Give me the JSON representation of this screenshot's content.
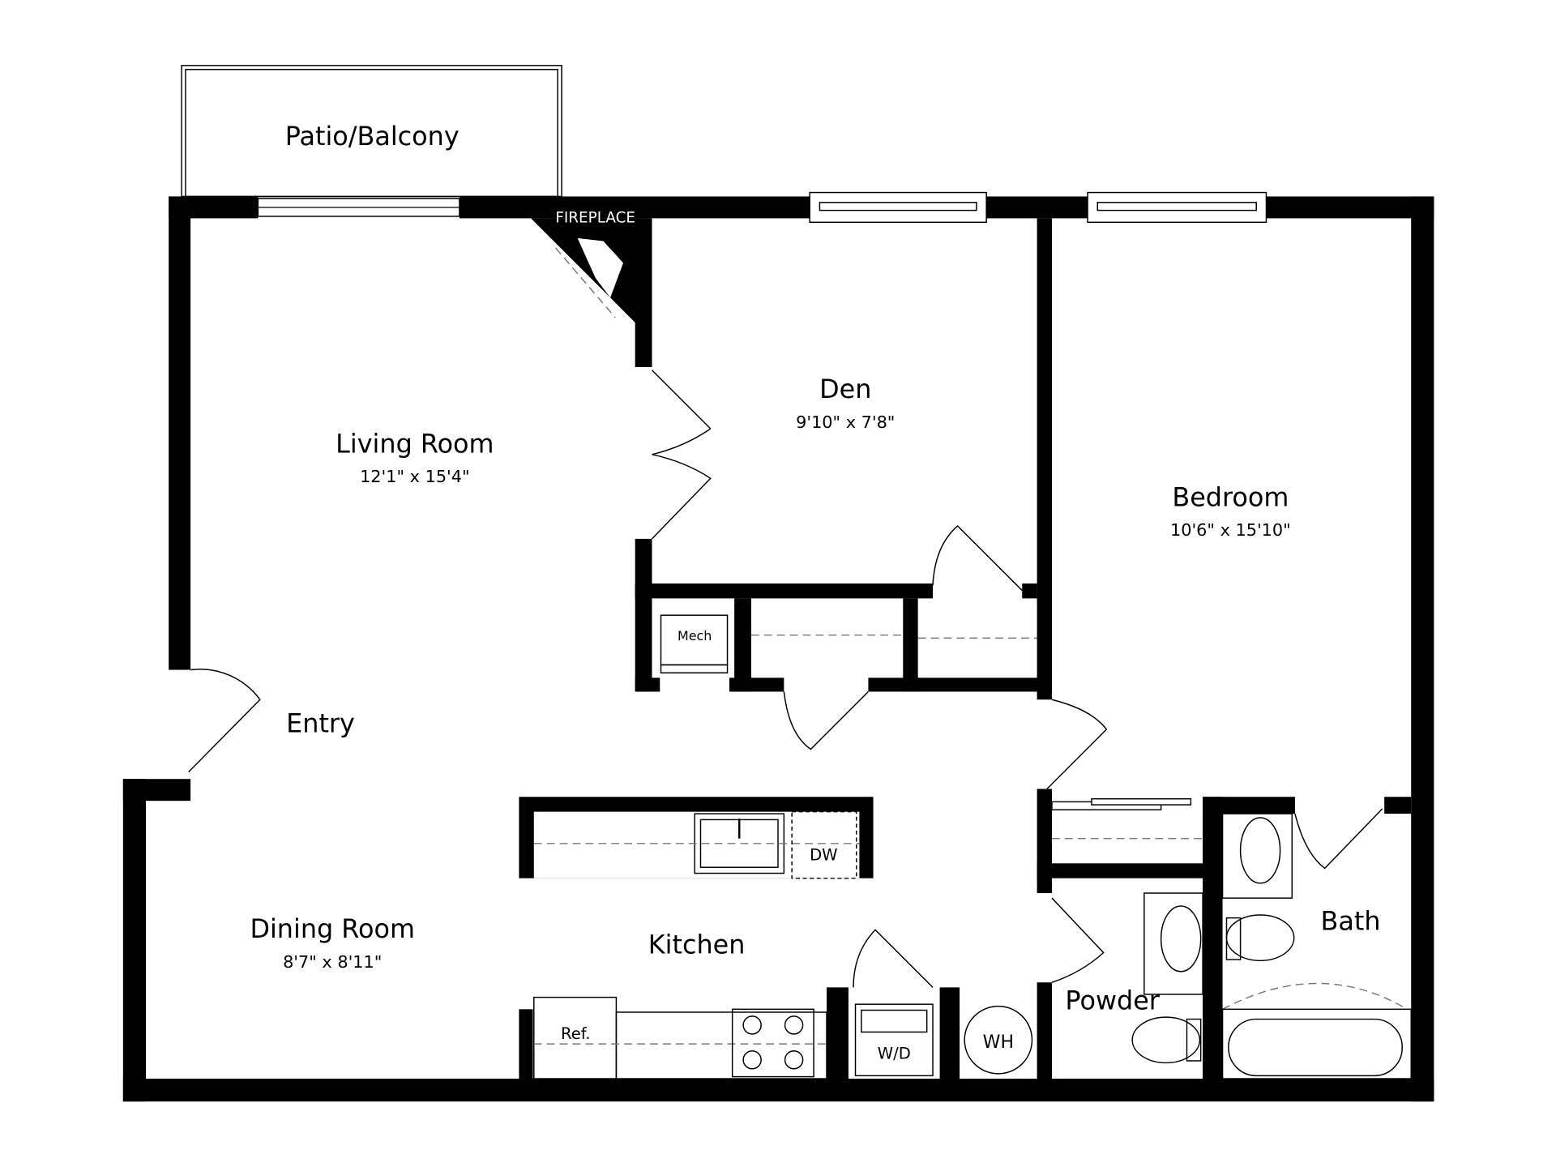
{
  "floor_plan": {
    "rooms": [
      {
        "name": "Patio/Balcony"
      },
      {
        "name": "Living Room",
        "dimensions": "12'1\" x 15'4\""
      },
      {
        "name": "Den",
        "dimensions": "9'10\" x 7'8\""
      },
      {
        "name": "Bedroom",
        "dimensions": "10'6\" x 15'10\""
      },
      {
        "name": "Entry"
      },
      {
        "name": "Dining Room",
        "dimensions": "8'7\" x 8'11\""
      },
      {
        "name": "Kitchen"
      },
      {
        "name": "Powder"
      },
      {
        "name": "Bath"
      }
    ],
    "fixtures": {
      "fireplace": "FIREPLACE",
      "mech": "Mech",
      "dishwasher": "DW",
      "refrigerator": "Ref.",
      "washer_dryer": "W/D",
      "water_heater": "WH"
    }
  }
}
